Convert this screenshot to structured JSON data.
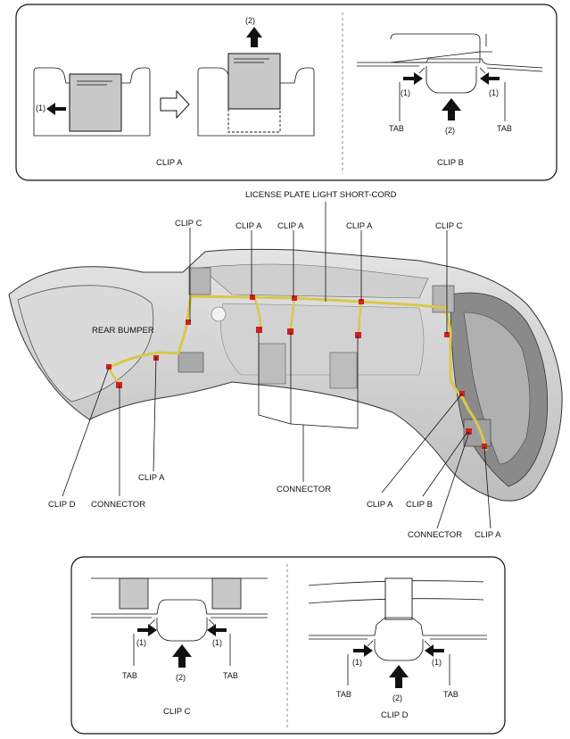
{
  "panel_top": {
    "clip_a": {
      "caption": "CLIP A",
      "step1": "(1)",
      "step2": "(2)"
    },
    "clip_b": {
      "caption": "CLIP B",
      "step1_left": "(1)",
      "step1_right": "(1)",
      "step2": "(2)",
      "tab_left": "TAB",
      "tab_right": "TAB"
    }
  },
  "main": {
    "license_cord": "LICENSE PLATE LIGHT SHORT-CORD",
    "rear_bumper": "REAR BUMPER",
    "clip_c_left": "CLIP C",
    "clip_a_1": "CLIP A",
    "clip_a_2": "CLIP A",
    "clip_a_3": "CLIP A",
    "clip_c_right": "CLIP C",
    "clip_a_lower_left": "CLIP A",
    "clip_d": "CLIP D",
    "connector_left": "CONNECTOR",
    "connector_center": "CONNECTOR",
    "clip_a_lower_right": "CLIP A",
    "clip_b": "CLIP B",
    "connector_right": "CONNECTOR",
    "clip_a_far_right": "CLIP A"
  },
  "panel_bottom": {
    "clip_c": {
      "caption": "CLIP C",
      "step1_left": "(1)",
      "step1_right": "(1)",
      "step2": "(2)",
      "tab_left": "TAB",
      "tab_right": "TAB"
    },
    "clip_d": {
      "caption": "CLIP D",
      "step1_left": "(1)",
      "step1_right": "(1)",
      "step2": "(2)",
      "tab_left": "TAB",
      "tab_right": "TAB"
    }
  },
  "colors": {
    "clip_red": "#cc2222",
    "harness_yellow": "#d8c84a",
    "bumper_gray": "#d6d6d6",
    "part_gray": "#c8c8c8"
  }
}
